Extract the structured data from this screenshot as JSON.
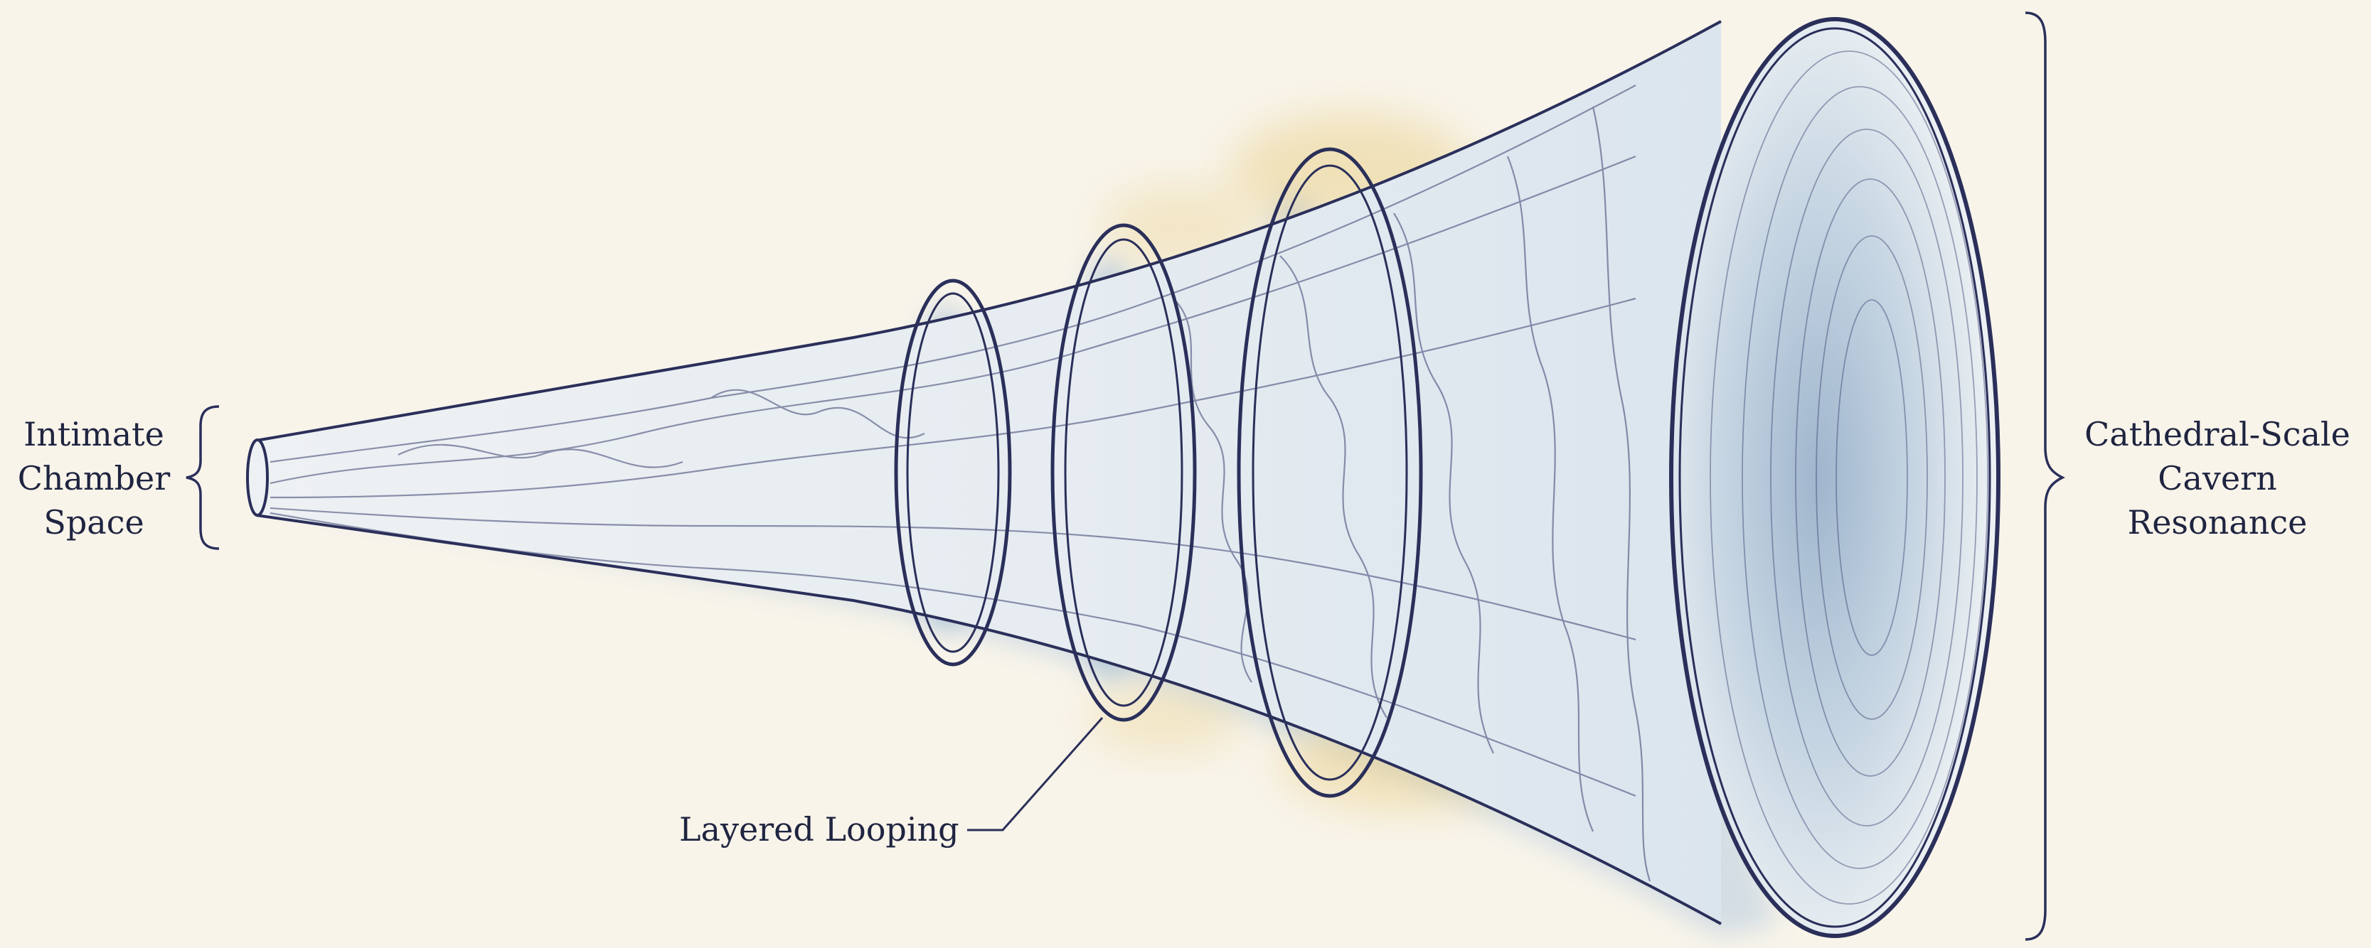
{
  "labels": {
    "left": [
      "Intimate",
      "Chamber",
      "Space"
    ],
    "right": [
      "Cathedral-Scale",
      "Cavern",
      "Resonance"
    ],
    "bottom": "Layered Looping"
  },
  "colors": {
    "paper": "#f8f4ea",
    "ink": "#2a2f5a",
    "wash": "#a9c3dc",
    "gold": "#d9b24a"
  }
}
